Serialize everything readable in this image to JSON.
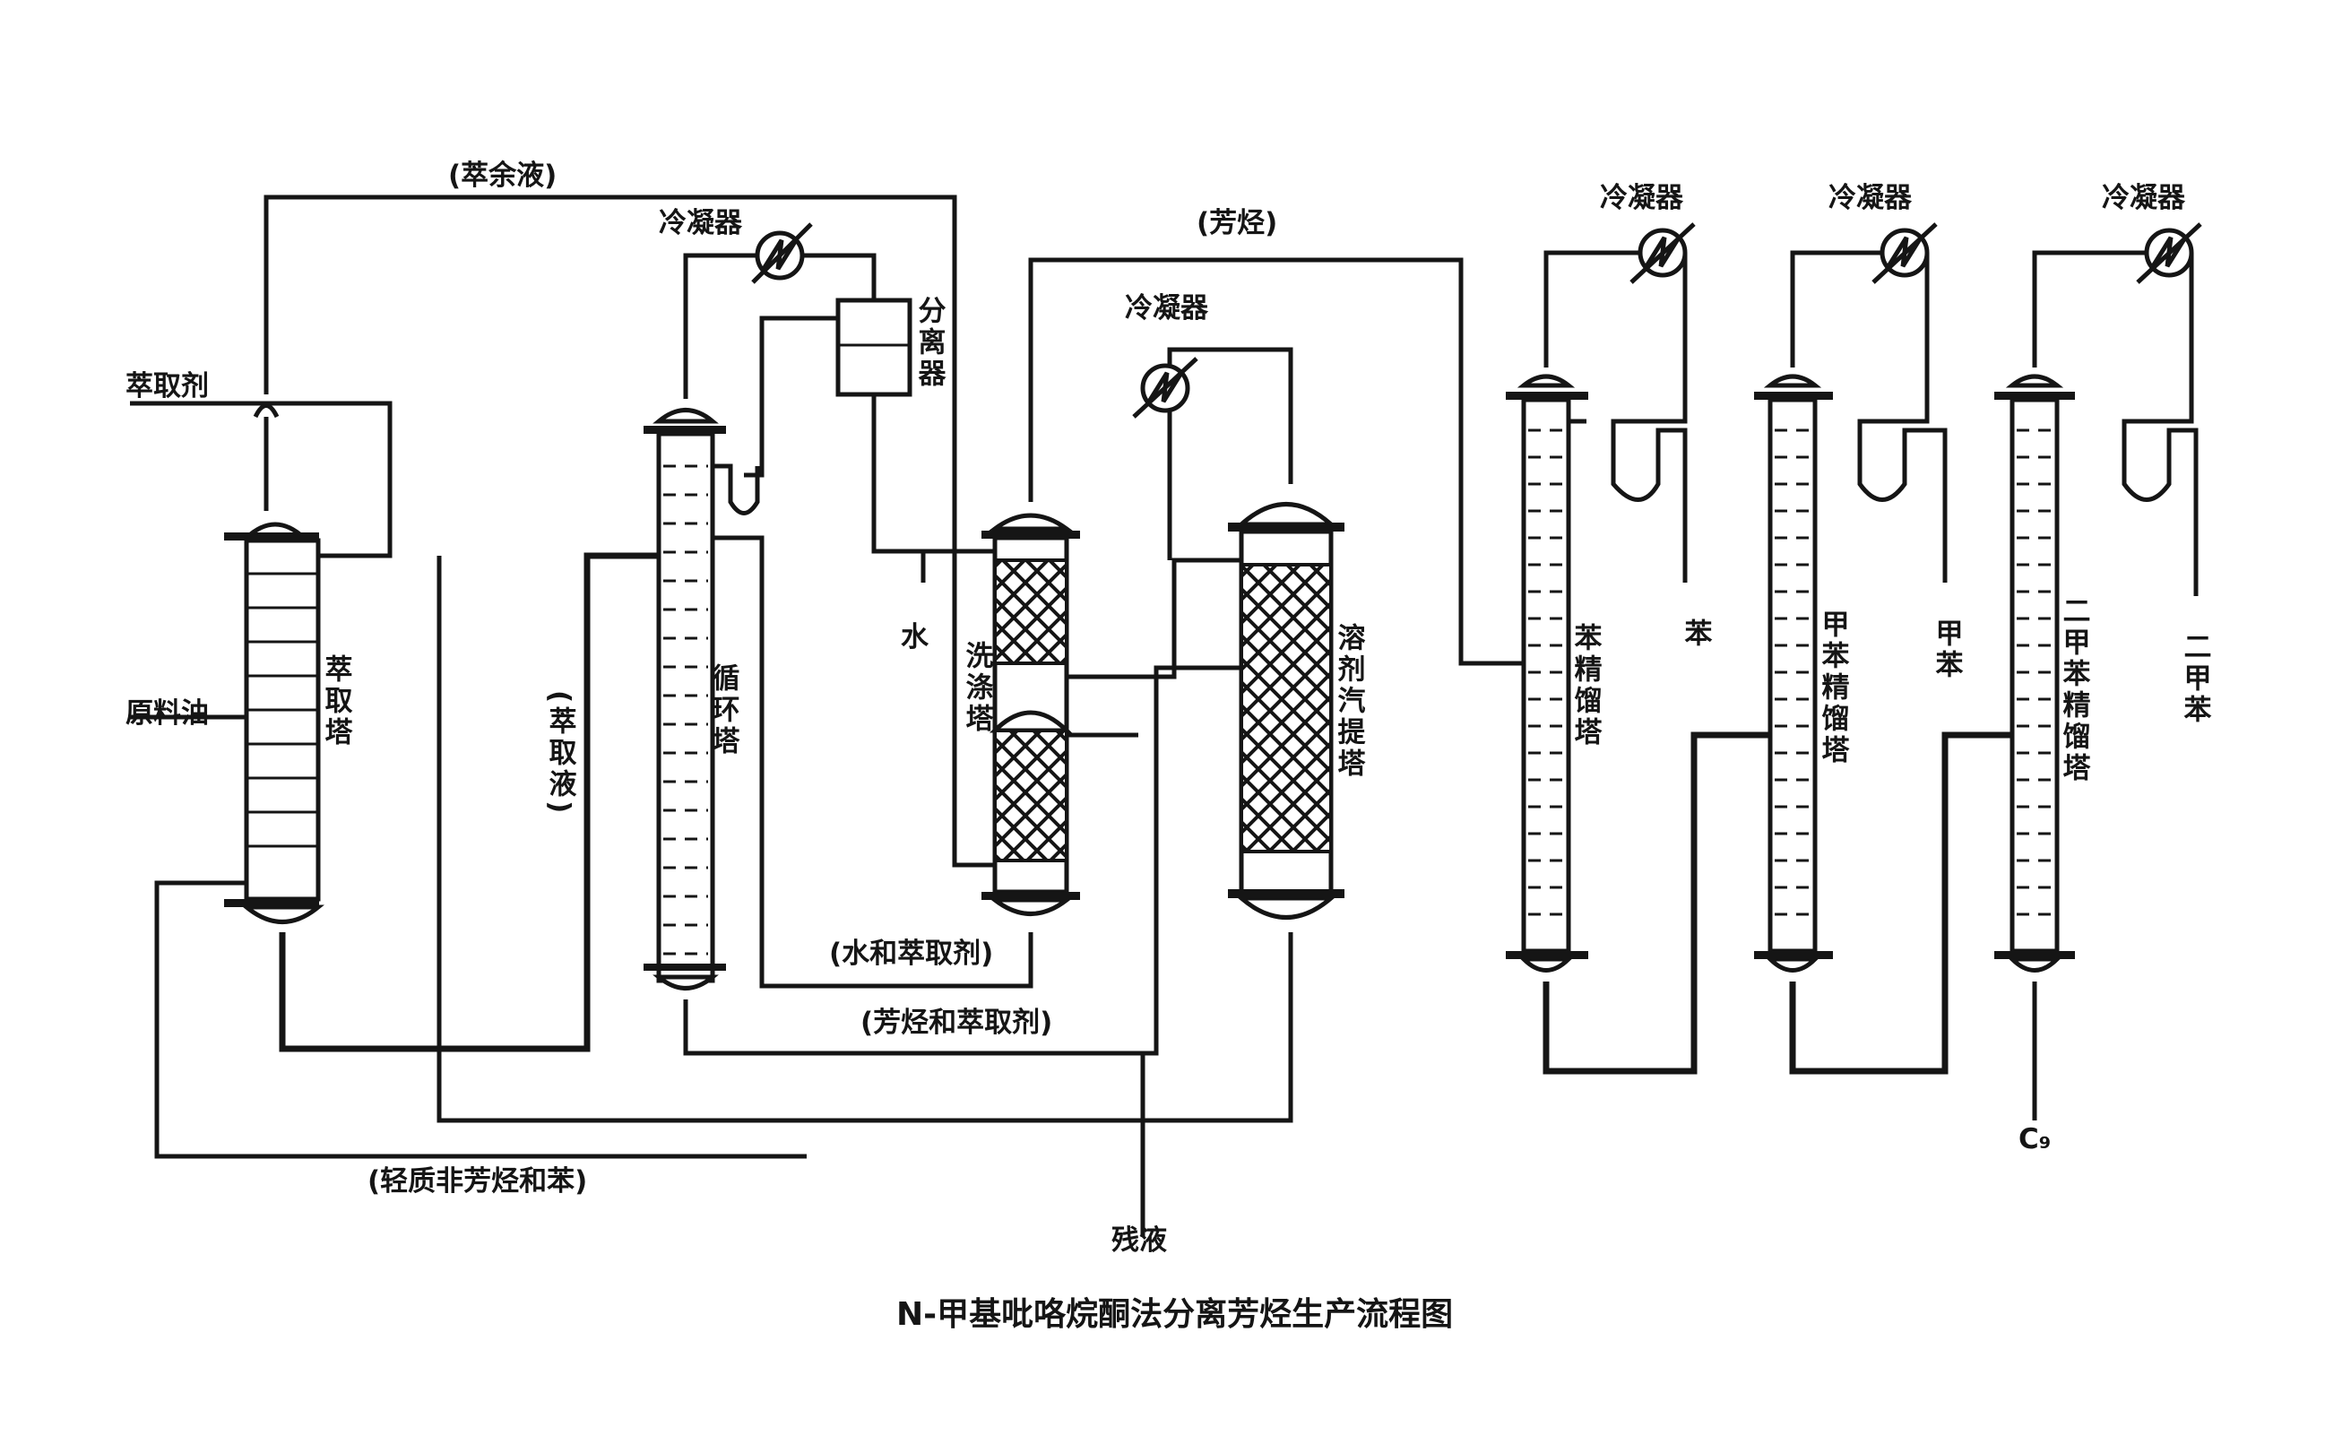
{
  "title": "N-甲基吡咯烷酮法分离芳烃生产流程图",
  "streams": {
    "raffinate": "(萃余液)",
    "aromatics": "(芳烃)",
    "extract": "(萃取液)",
    "water_and_solvent": "(水和萃取剂)",
    "aromatics_and_solvent": "(芳烃和萃取剂)",
    "light_nonaromatics": "(轻质非芳烃和苯)"
  },
  "inlets": {
    "solvent": "萃取剂",
    "feed_oil": "原料油",
    "water": "水"
  },
  "equipment": {
    "extraction_tower": "萃取塔",
    "recycle_tower": "循环塔",
    "separator": "分离器",
    "washing_tower": "洗涤塔",
    "stripper": "溶剂汽提塔",
    "benzene_column": "苯精馏塔",
    "toluene_column": "甲苯精馏塔",
    "xylene_column": "二甲苯精馏塔",
    "condenser": "冷凝器"
  },
  "products": {
    "benzene": "苯",
    "toluene": "甲苯",
    "xylene": "二甲苯",
    "c9": "C₉",
    "residue": "残液"
  }
}
